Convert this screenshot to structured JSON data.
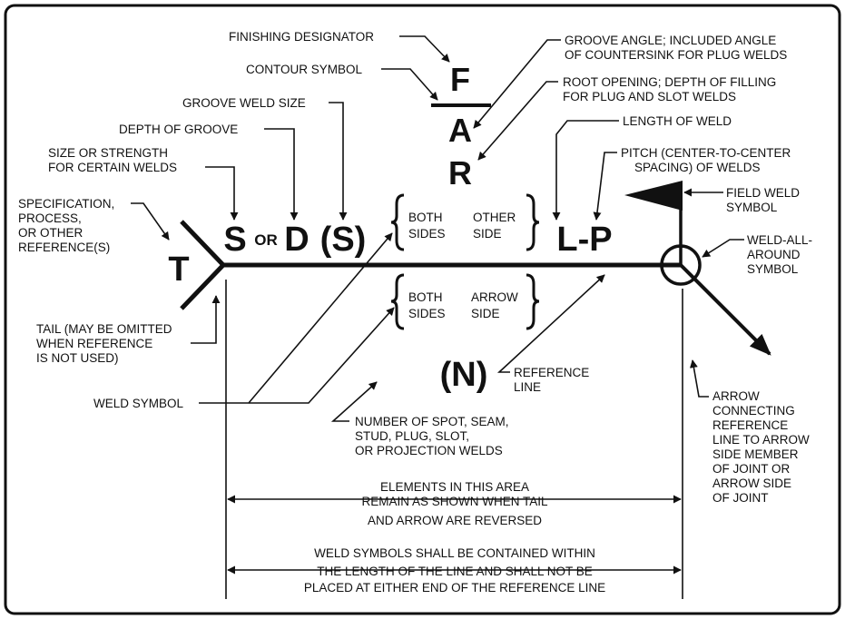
{
  "labels": {
    "finishing_designator": "FINISHING DESIGNATOR",
    "contour_symbol": "CONTOUR SYMBOL",
    "groove_weld_size": "GROOVE WELD SIZE",
    "depth_of_groove": "DEPTH OF GROOVE",
    "size_strength_1": "SIZE OR STRENGTH",
    "size_strength_2": "FOR CERTAIN WELDS",
    "spec_1": "SPECIFICATION,",
    "spec_2": "PROCESS,",
    "spec_3": "OR OTHER",
    "spec_4": "REFERENCE(S)",
    "tail_1": "TAIL (MAY BE OMITTED",
    "tail_2": "WHEN REFERENCE",
    "tail_3": "IS NOT USED)",
    "weld_symbol": "WELD SYMBOL",
    "groove_angle_1": "GROOVE ANGLE; INCLUDED ANGLE",
    "groove_angle_2": "OF COUNTERSINK FOR PLUG WELDS",
    "root_opening_1": "ROOT OPENING; DEPTH OF FILLING",
    "root_opening_2": "FOR PLUG AND SLOT WELDS",
    "length_of_weld": "LENGTH OF WELD",
    "pitch_1": "PITCH (CENTER-TO-CENTER",
    "pitch_2": "SPACING) OF WELDS",
    "field_weld_1": "FIELD WELD",
    "field_weld_2": "SYMBOL",
    "weld_all_1": "WELD-ALL-",
    "weld_all_2": "AROUND",
    "weld_all_3": "SYMBOL",
    "both_sides_top_1": "BOTH",
    "both_sides_top_2": "SIDES",
    "other_side_1": "OTHER",
    "other_side_2": "SIDE",
    "both_sides_bot_1": "BOTH",
    "both_sides_bot_2": "SIDES",
    "arrow_side_1": "ARROW",
    "arrow_side_2": "SIDE",
    "reference_line_1": "REFERENCE",
    "reference_line_2": "LINE",
    "number_1": "NUMBER OF SPOT, SEAM,",
    "number_2": "STUD, PLUG, SLOT,",
    "number_3": "OR PROJECTION WELDS",
    "arrow_conn_1": "ARROW",
    "arrow_conn_2": "CONNECTING",
    "arrow_conn_3": "REFERENCE",
    "arrow_conn_4": "LINE TO ARROW",
    "arrow_conn_5": "SIDE MEMBER",
    "arrow_conn_6": "OF JOINT OR",
    "arrow_conn_7": "ARROW SIDE",
    "arrow_conn_8": "OF JOINT",
    "elements_1": "ELEMENTS IN THIS AREA",
    "elements_2": "REMAIN AS SHOWN WHEN TAIL",
    "elements_3": "AND ARROW ARE REVERSED",
    "contained_1": "WELD SYMBOLS SHALL BE CONTAINED WITHIN",
    "contained_2": "THE LENGTH OF THE LINE AND SHALL NOT BE",
    "contained_3": "PLACED AT EITHER END OF THE REFERENCE LINE"
  },
  "symbols": {
    "finish": "F",
    "angle": "A",
    "root": "R",
    "spec": "T",
    "size": "S",
    "or": "OR",
    "depth": "D",
    "groove_size": "(S)",
    "length_pitch": "L-P",
    "number": "(N)"
  }
}
